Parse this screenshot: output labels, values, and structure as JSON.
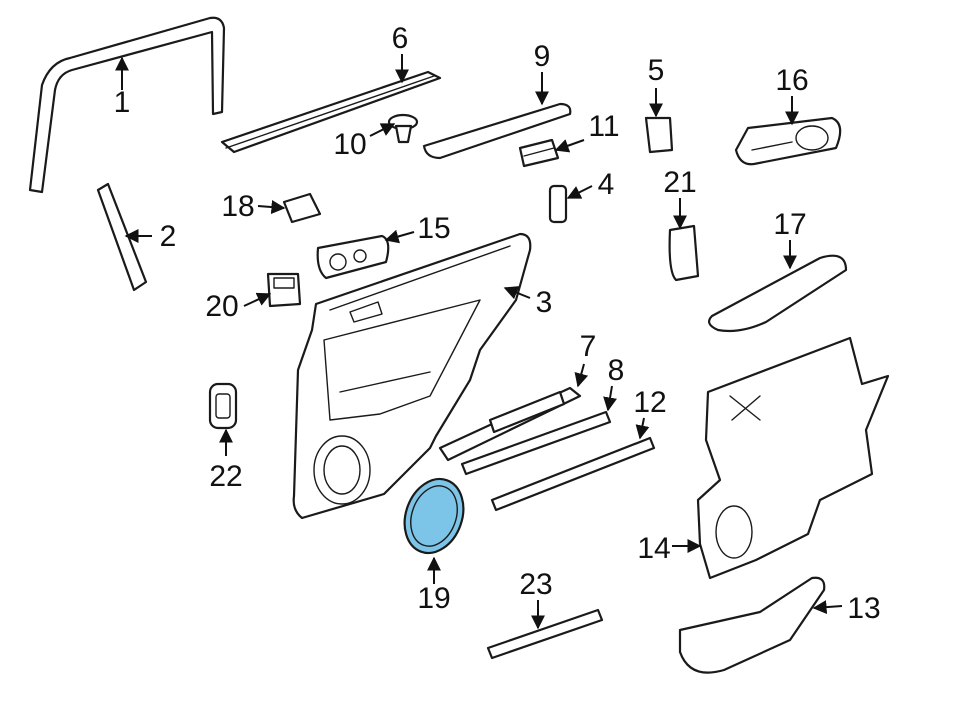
{
  "diagram": {
    "highlight_color": "#7cc5e8",
    "line_color": "#1a1a1a",
    "highlighted_part": "19",
    "callouts": [
      {
        "id": "c1",
        "label": "1"
      },
      {
        "id": "c2",
        "label": "2"
      },
      {
        "id": "c3",
        "label": "3"
      },
      {
        "id": "c4",
        "label": "4"
      },
      {
        "id": "c5",
        "label": "5"
      },
      {
        "id": "c6",
        "label": "6"
      },
      {
        "id": "c7",
        "label": "7"
      },
      {
        "id": "c8",
        "label": "8"
      },
      {
        "id": "c9",
        "label": "9"
      },
      {
        "id": "c10",
        "label": "10"
      },
      {
        "id": "c11",
        "label": "11"
      },
      {
        "id": "c12",
        "label": "12"
      },
      {
        "id": "c13",
        "label": "13"
      },
      {
        "id": "c14",
        "label": "14"
      },
      {
        "id": "c15",
        "label": "15"
      },
      {
        "id": "c16",
        "label": "16"
      },
      {
        "id": "c17",
        "label": "17"
      },
      {
        "id": "c18",
        "label": "18"
      },
      {
        "id": "c19",
        "label": "19"
      },
      {
        "id": "c20",
        "label": "20"
      },
      {
        "id": "c21",
        "label": "21"
      },
      {
        "id": "c22",
        "label": "22"
      },
      {
        "id": "c23",
        "label": "23"
      }
    ]
  }
}
